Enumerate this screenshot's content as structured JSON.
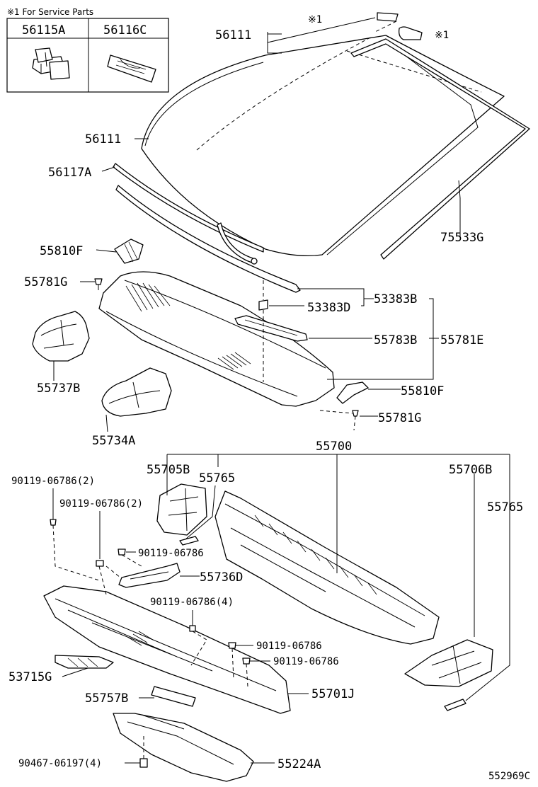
{
  "service_note": "※1 For Service Parts",
  "service_table": {
    "col1": "56115A",
    "col2": "56116C"
  },
  "callouts": {
    "service_mark_a": "※1",
    "service_mark_b": "※1",
    "windshield_top": "56111",
    "windshield": "56111",
    "molding_56117A": "56117A",
    "molding_75533G": "75533G",
    "bracket_55810F_left": "55810F",
    "clip_55781G_left": "55781G",
    "clip_53383D": "53383D",
    "louver_53383B": "53383B",
    "seal_55783B": "55783B",
    "cowl_55781E": "55781E",
    "duct_55737B": "55737B",
    "bracket_55810F_right": "55810F",
    "clip_55781G_right": "55781G",
    "duct_55734A": "55734A",
    "cowl_assy_55700": "55700",
    "panel_55705B": "55705B",
    "pad_55765_left": "55765",
    "panel_55706B": "55706B",
    "pad_55765_right": "55765",
    "bolt_a": "90119-06786(2)",
    "bolt_b": "90119-06786(2)",
    "bolt_c": "90119-06786",
    "bracket_55736D": "55736D",
    "bolt_d": "90119-06786(4)",
    "bolt_e": "90119-06786",
    "bolt_f": "90119-06786",
    "reinf_53715G": "53715G",
    "pad_55757B": "55757B",
    "panel_55701J": "55701J",
    "bolt_g": "90467-06197(4)",
    "panel_55224A": "55224A"
  },
  "figure_code": "552969C"
}
